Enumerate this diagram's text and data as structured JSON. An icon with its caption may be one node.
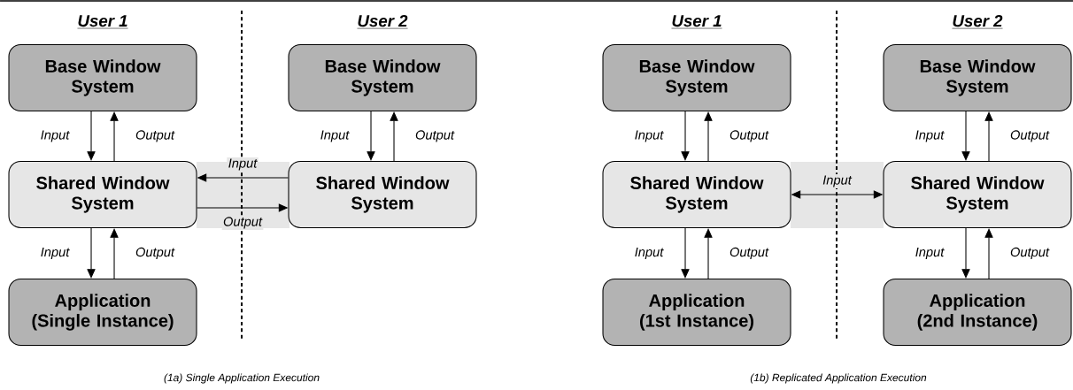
{
  "diagram": {
    "nodes": [
      {
        "text": [
          "Base Window System"
        ]
      },
      {
        "text": [
          "Shared Window System"
        ]
      },
      {
        "text": [
          "Application (Single Instance)"
        ]
      },
      {
        "text": [
          "Base Window System"
        ]
      },
      {
        "text": [
          "Shared Window System"
        ]
      },
      {
        "text": [
          "Base Window System"
        ]
      },
      {
        "text": [
          "Shared Window System"
        ]
      },
      {
        "text": [
          "Application (1st Instance)"
        ]
      },
      {
        "text": [
          "Base Window System"
        ]
      },
      {
        "text": [
          "Shared Window System"
        ]
      },
      {
        "text": [
          "Application (2nd Instance)"
        ]
      }
    ],
    "edges": [
      {
        "from": 0,
        "to": 1,
        "arrow": "to",
        "label": "Input"
      },
      {
        "from": 1,
        "to": 0,
        "arrow": "to",
        "label": "Output"
      },
      {
        "from": 1,
        "to": 2,
        "arrow": "to",
        "label": "Input"
      },
      {
        "from": 2,
        "to": 1,
        "arrow": "to",
        "label": "Output"
      },
      {
        "from": 3,
        "to": 4,
        "arrow": "to",
        "label": "Input"
      },
      {
        "from": 4,
        "to": 3,
        "arrow": "to",
        "label": "Output"
      },
      {
        "from": 4,
        "to": 1,
        "arrow": "to",
        "label": "Input"
      },
      {
        "from": 1,
        "to": 4,
        "arrow": "to",
        "label": "Output"
      },
      {
        "from": 5,
        "to": 6,
        "arrow": "to",
        "label": "Input"
      },
      {
        "from": 6,
        "to": 5,
        "arrow": "to",
        "label": "Output"
      },
      {
        "from": 6,
        "to": 7,
        "arrow": "to",
        "label": "Input"
      },
      {
        "from": 7,
        "to": 6,
        "arrow": "to",
        "label": "Output"
      },
      {
        "from": 8,
        "to": 9,
        "arrow": "to",
        "label": "Input"
      },
      {
        "from": 9,
        "to": 8,
        "arrow": "to",
        "label": "Output"
      },
      {
        "from": 9,
        "to": 10,
        "arrow": "to",
        "label": "Input"
      },
      {
        "from": 10,
        "to": 9,
        "arrow": "to",
        "label": "Output"
      },
      {
        "from": 6,
        "to": 9,
        "arrow": "both",
        "label": "Input"
      }
    ],
    "labels": [
      "User 1",
      "User 2",
      "User 1",
      "User 2",
      "(1a) Single Application Execution",
      "(1b) Replicated Application Execution"
    ]
  }
}
